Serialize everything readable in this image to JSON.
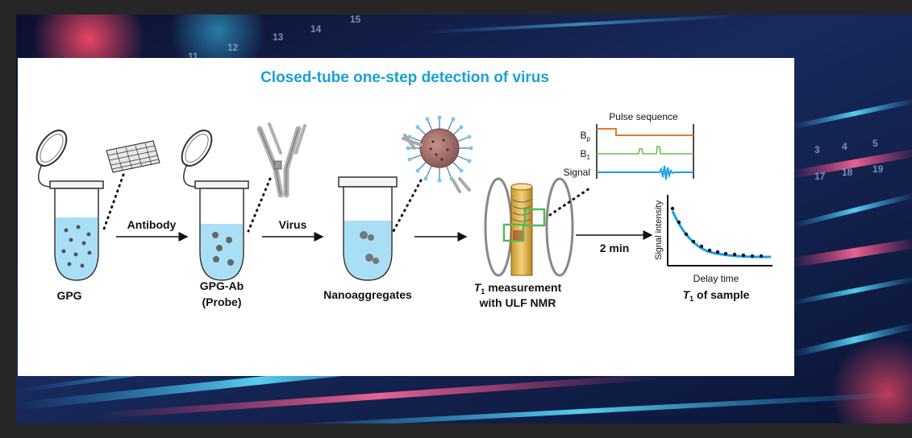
{
  "diagram": {
    "title": "Closed-tube one-step detection of virus",
    "stages": [
      {
        "label": "GPG"
      },
      {
        "label_line1": "GPG-Ab",
        "label_line2": "(Probe)"
      },
      {
        "label": "Nanoaggregates"
      },
      {
        "label_line1_var": "T",
        "label_line1_sub": "1",
        "label_line1_rest": " measurement",
        "label_line2": "with ULF NMR"
      },
      {
        "label_var": "T",
        "label_sub": "1",
        "label_rest": " of sample"
      }
    ],
    "arrows": {
      "antibody": "Antibody",
      "virus": "Virus",
      "time": "2 min"
    },
    "pulse": {
      "title": "Pulse sequence",
      "bp_var": "B",
      "bp_sub": "p",
      "b1_var": "B",
      "b1_sub": "1",
      "signal": "Signal"
    },
    "decay_plot": {
      "ylabel": "Signal intensity",
      "xlabel": "Delay time"
    },
    "background_numbers": [
      "11",
      "12",
      "13",
      "14",
      "15",
      "3",
      "4",
      "5",
      "17",
      "18",
      "19"
    ]
  },
  "colors": {
    "title": "#1aa0d8",
    "tube_liquid": "#a9dff6",
    "bp_line": "#e07a2a",
    "b1_line": "#6ac04a",
    "signal_line": "#1aa0e6",
    "fit_line": "#1aa0e6"
  }
}
